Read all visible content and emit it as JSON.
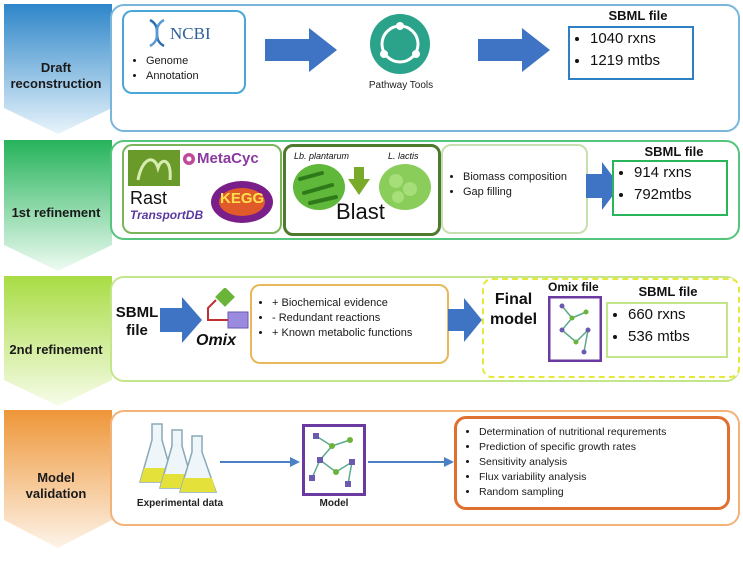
{
  "stages": [
    {
      "label_line1": "Draft",
      "label_line2": "reconstruction",
      "color": "#3a9fd6"
    },
    {
      "label_line1": "1st refinement",
      "label_line2": "",
      "color": "#36c46a"
    },
    {
      "label_line1": "2nd refinement",
      "label_line2": "",
      "color": "#b6e35a"
    },
    {
      "label_line1": "Model",
      "label_line2": "validation",
      "color": "#f0a04b"
    }
  ],
  "row1": {
    "ncbi_logo": "NCBI",
    "bullets": [
      "Genome",
      "Annotation"
    ],
    "pathway_tools": "Pathway Tools",
    "sbml_title": "SBML file",
    "sbml_items": [
      "1040 rxns",
      "1219 mtbs"
    ]
  },
  "row2": {
    "rast": "Rast",
    "metacyc": "MetaCyc",
    "transportdb": "TransportDB",
    "kegg": "KEGG",
    "organism1": "Lb. plantarum",
    "organism2": "L. lactis",
    "blast": "Blast",
    "bullets": [
      "Biomass composition",
      "Gap filling"
    ],
    "sbml_title": "SBML file",
    "sbml_items": [
      "914 rxns",
      "792mtbs"
    ]
  },
  "row3": {
    "sbml_file_line1": "SBML",
    "sbml_file_line2": "file",
    "omix": "Omix",
    "bullets": [
      "+ Biochemical evidence",
      "- Redundant reactions",
      "+ Known metabolic functions"
    ],
    "final_line1": "Final",
    "final_line2": "model",
    "omix_file": "Omix  file",
    "sbml_title": "SBML file",
    "sbml_items": [
      "660 rxns",
      "536 mtbs"
    ]
  },
  "row4": {
    "experimental": "Experimental data",
    "model": "Model",
    "bullets": [
      "Determination of nutritional requrements",
      "Prediction of specific growth rates",
      "Sensitivity analysis",
      "Flux variability analysis",
      "Random sampling"
    ]
  },
  "colors": {
    "blue_arrow": "#3f74c4",
    "row1_border": "#7ab6dc",
    "row2_border": "#55c47c",
    "row3_border": "#c4e68a",
    "row4_border": "#f2b37a",
    "row4_inner": "#e07030"
  }
}
